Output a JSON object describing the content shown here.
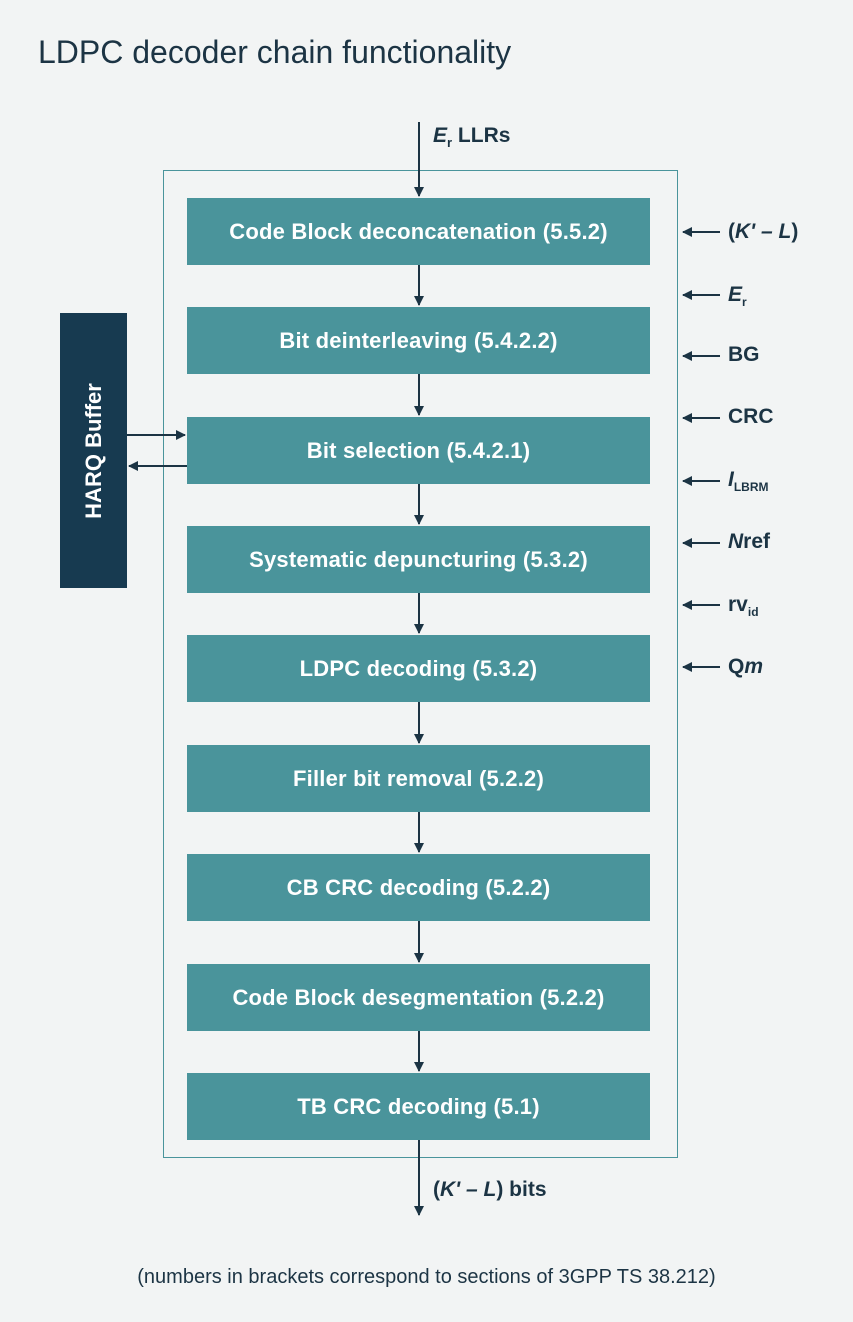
{
  "title": "LDPC decoder chain functionality",
  "input": {
    "symbol": "E",
    "subscript": "r",
    "text": " LLRs"
  },
  "output": {
    "prefix": "(",
    "symbol": "K' – L",
    "suffix": ") bits"
  },
  "harq": {
    "label": "HARQ Buffer"
  },
  "blocks": [
    "Code Block deconcatenation (5.5.2)",
    "Bit deinterleaving (5.4.2.2)",
    "Bit selection (5.4.2.1)",
    "Systematic depuncturing (5.3.2)",
    "LDPC decoding (5.3.2)",
    "Filler bit removal (5.2.2)",
    "CB CRC decoding (5.2.2)",
    "Code Block desegmentation (5.2.2)",
    "TB CRC decoding (5.1)"
  ],
  "params": {
    "kl": {
      "prefix": "(",
      "italic": "K' – L",
      "suffix": ")"
    },
    "er": {
      "italic": "E",
      "sub": "r"
    },
    "bg": "BG",
    "crc": "CRC",
    "ilbrm": {
      "italic": "I",
      "sub": "LBRM"
    },
    "nref": {
      "italic": "N",
      "rest": "ref"
    },
    "rvid": {
      "main": "rv",
      "sub": "id"
    },
    "qm": {
      "main": "Q",
      "italic": "m"
    }
  },
  "footnote": "(numbers in brackets correspond to sections of 3GPP TS 38.212)",
  "colors": {
    "block": "#4a949b",
    "harq": "#173a50",
    "text": "#1c3444",
    "background": "#f2f4f4"
  }
}
